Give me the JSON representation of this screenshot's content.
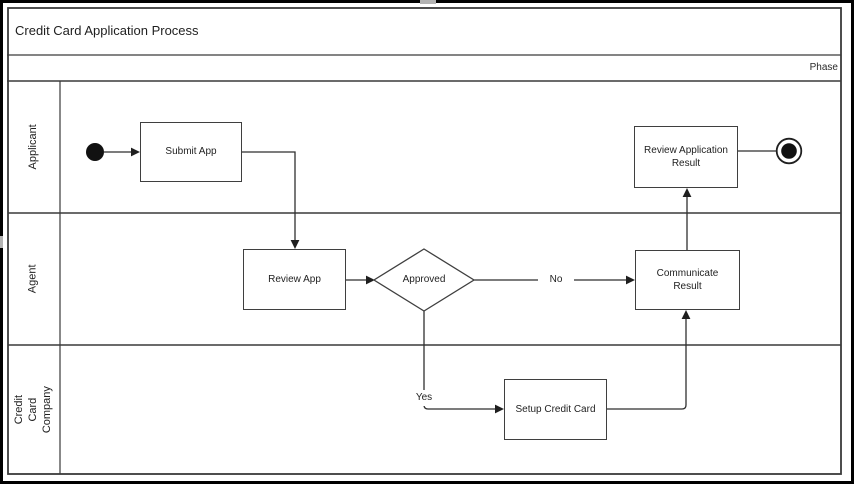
{
  "diagram": {
    "title": "Credit Card Application Process",
    "phase_label": "Phase",
    "lanes": [
      {
        "label": "Applicant"
      },
      {
        "label": "Agent"
      },
      {
        "label": "Credit Card Company"
      }
    ],
    "tasks": {
      "submit_app": "Submit App",
      "review_app": "Review App",
      "communicate_result": "Communicate Result",
      "review_application_result": "Review Application Result",
      "setup_credit_card": "Setup Credit Card"
    },
    "gateway": {
      "approved": "Approved"
    },
    "edge_labels": {
      "no": "No",
      "yes": "Yes"
    },
    "colors": {
      "frame": "#000000",
      "pool_border": "#3a3a3a",
      "box_border": "#3f3f3f",
      "line": "#2f2f2f",
      "text": "#1f1f1f",
      "background": "#ffffff",
      "handle": "#b3b3b3"
    }
  }
}
